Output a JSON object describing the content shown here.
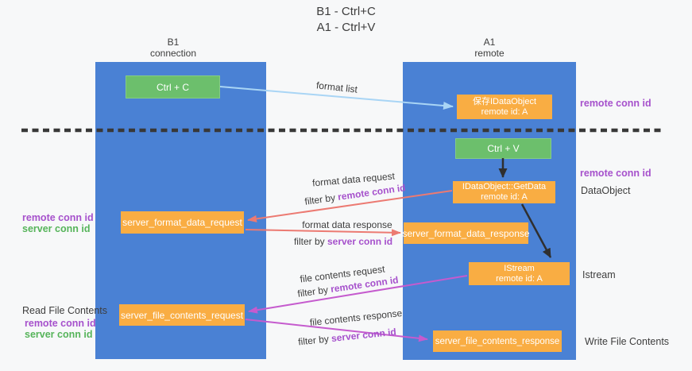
{
  "title": {
    "line1": "B1 - Ctrl+C",
    "line2": "A1 - Ctrl+V"
  },
  "columns": {
    "left": {
      "name": "B1",
      "role": "connection"
    },
    "right": {
      "name": "A1",
      "role": "remote"
    }
  },
  "boxes": {
    "ctrl_c": {
      "label": "Ctrl + C"
    },
    "save_idataobject": {
      "line1": "保存IDataObject",
      "line2": "remote id: A"
    },
    "ctrl_v": {
      "label": "Ctrl + V"
    },
    "idataobject_getdata": {
      "line1": "IDataObject::GetData",
      "line2": "remote id: A"
    },
    "server_format_data_request": {
      "label": "server_format_data_request"
    },
    "server_format_data_response": {
      "label": "server_format_data_response"
    },
    "istream": {
      "line1": "IStream",
      "line2": "remote id: A"
    },
    "server_file_contents_request": {
      "label": "server_file_contents_request"
    },
    "server_file_contents_response": {
      "label": "server_file_contents_response"
    }
  },
  "arrow_labels": {
    "format_list": "format list",
    "format_data_request": "format data request",
    "format_data_request_filter": {
      "prefix": "filter by ",
      "keyword": "remote conn id"
    },
    "format_data_response": "format data response",
    "format_data_response_filter": {
      "prefix": "filter by ",
      "keyword": "server conn id"
    },
    "file_contents_request": "file contents request",
    "file_contents_request_filter": {
      "prefix": "filter by ",
      "keyword": "remote conn id"
    },
    "file_contents_response": "file contents response",
    "file_contents_response_filter": {
      "prefix": "filter by ",
      "keyword": "server conn id"
    }
  },
  "side_labels": {
    "remote_conn_id_format": "remote conn id",
    "remote_conn_id_paste": "remote conn id",
    "dataobject": "DataObject",
    "istream": "Istream",
    "read_file_contents": "Read File Contents",
    "write_file_contents": "Write File Contents",
    "left_format_remote": "remote conn id",
    "left_format_server": "server conn id",
    "left_file_remote": "remote conn id",
    "left_file_server": "server conn id"
  },
  "colors": {
    "column_blue": "#4a81d4",
    "box_orange": "#f9ad43",
    "box_green": "#6cbf6c",
    "label_purple": "#a651cc",
    "label_green": "#56b45a",
    "arrow_salmon": "#ec7a72",
    "arrow_magenta": "#c55bce",
    "arrow_lightblue": "#a9d5f5",
    "arrow_black": "#2f2f2f",
    "dashed_line": "#383838"
  }
}
